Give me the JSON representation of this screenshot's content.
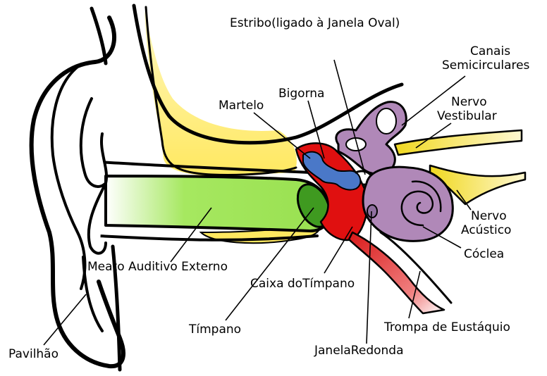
{
  "labels": {
    "estribo": "Estribo(ligado à Janela Oval)",
    "canais_1": "Canais",
    "canais_2": "Semicirculares",
    "bigorna": "Bigorna",
    "martelo": "Martelo",
    "nervo_vestibular_1": "Nervo",
    "nervo_vestibular_2": "Vestibular",
    "nervo_acustico_1": "Nervo",
    "nervo_acustico_2": "Acústico",
    "coclea": "Cóclea",
    "meato": "Meato Auditivo Externo",
    "caixa": "Caixa doTímpano",
    "trompa": "Trompa de Eustáquio",
    "timpano": "Tímpano",
    "pavilhao": "Pavilhão",
    "janela_redonda": "JanelaRedonda"
  },
  "colors": {
    "bone": "#fff3a0",
    "canal": "#a6e860",
    "eardrum": "#3f9a20",
    "cavity": "#e01010",
    "ossicles": "#4a78c8",
    "inner_ear": "#b088b8",
    "nerve": "#f0e040",
    "tube": "#e84040"
  }
}
